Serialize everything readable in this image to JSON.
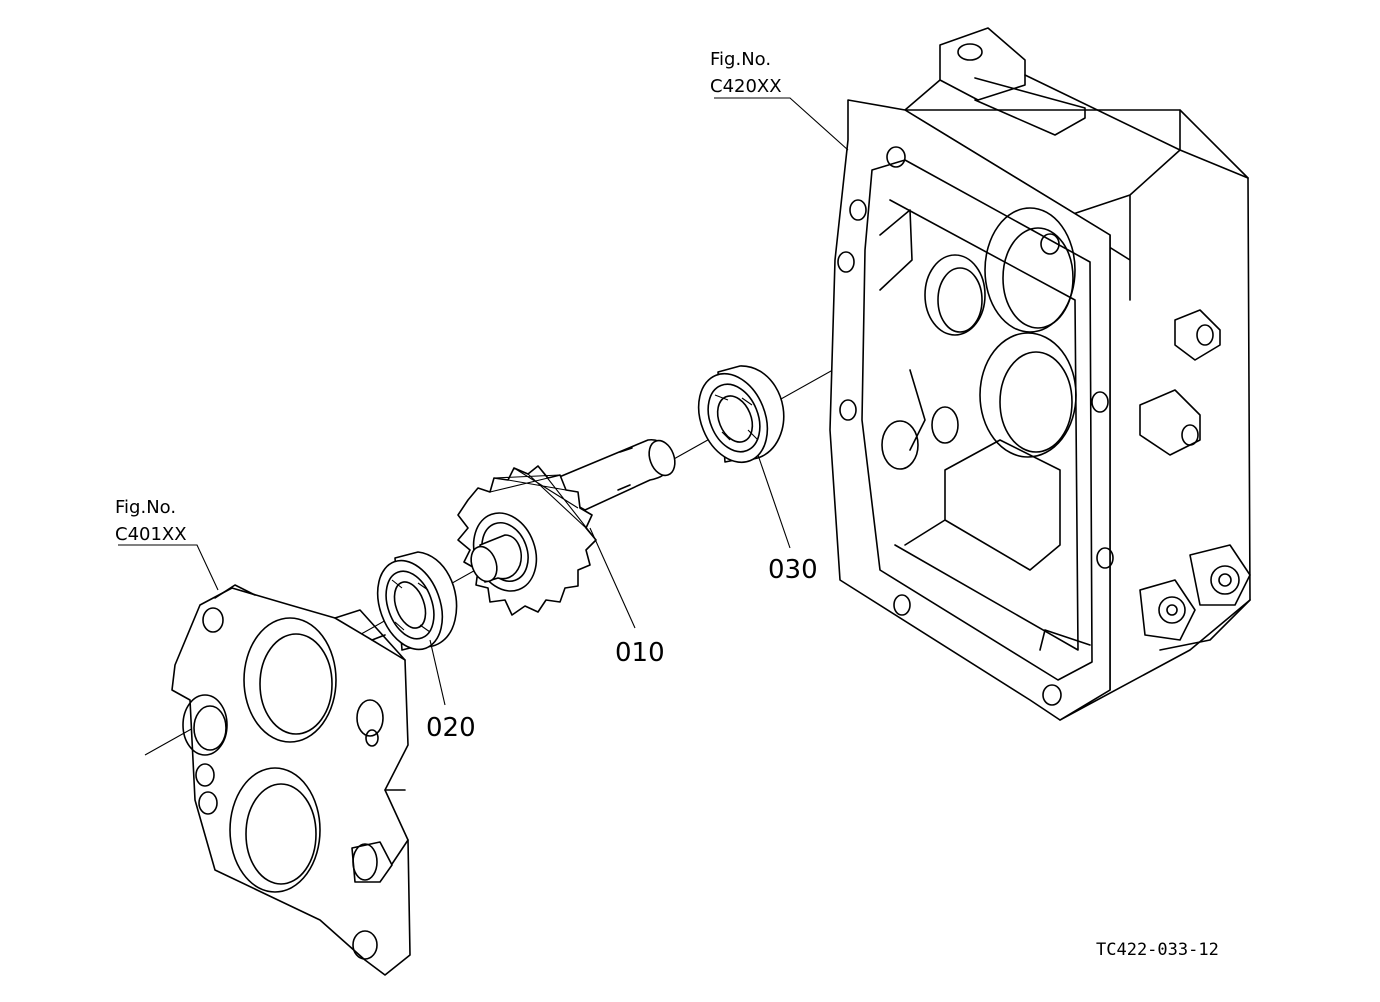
{
  "figure_refs": [
    {
      "line1": "Fig.No.",
      "line2": "C420XX"
    },
    {
      "line1": "Fig.No.",
      "line2": "C401XX"
    }
  ],
  "callouts": {
    "gear_shaft": "010",
    "bearing_front": "020",
    "bearing_rear": "030"
  },
  "drawing_code": "TC422-033-12"
}
